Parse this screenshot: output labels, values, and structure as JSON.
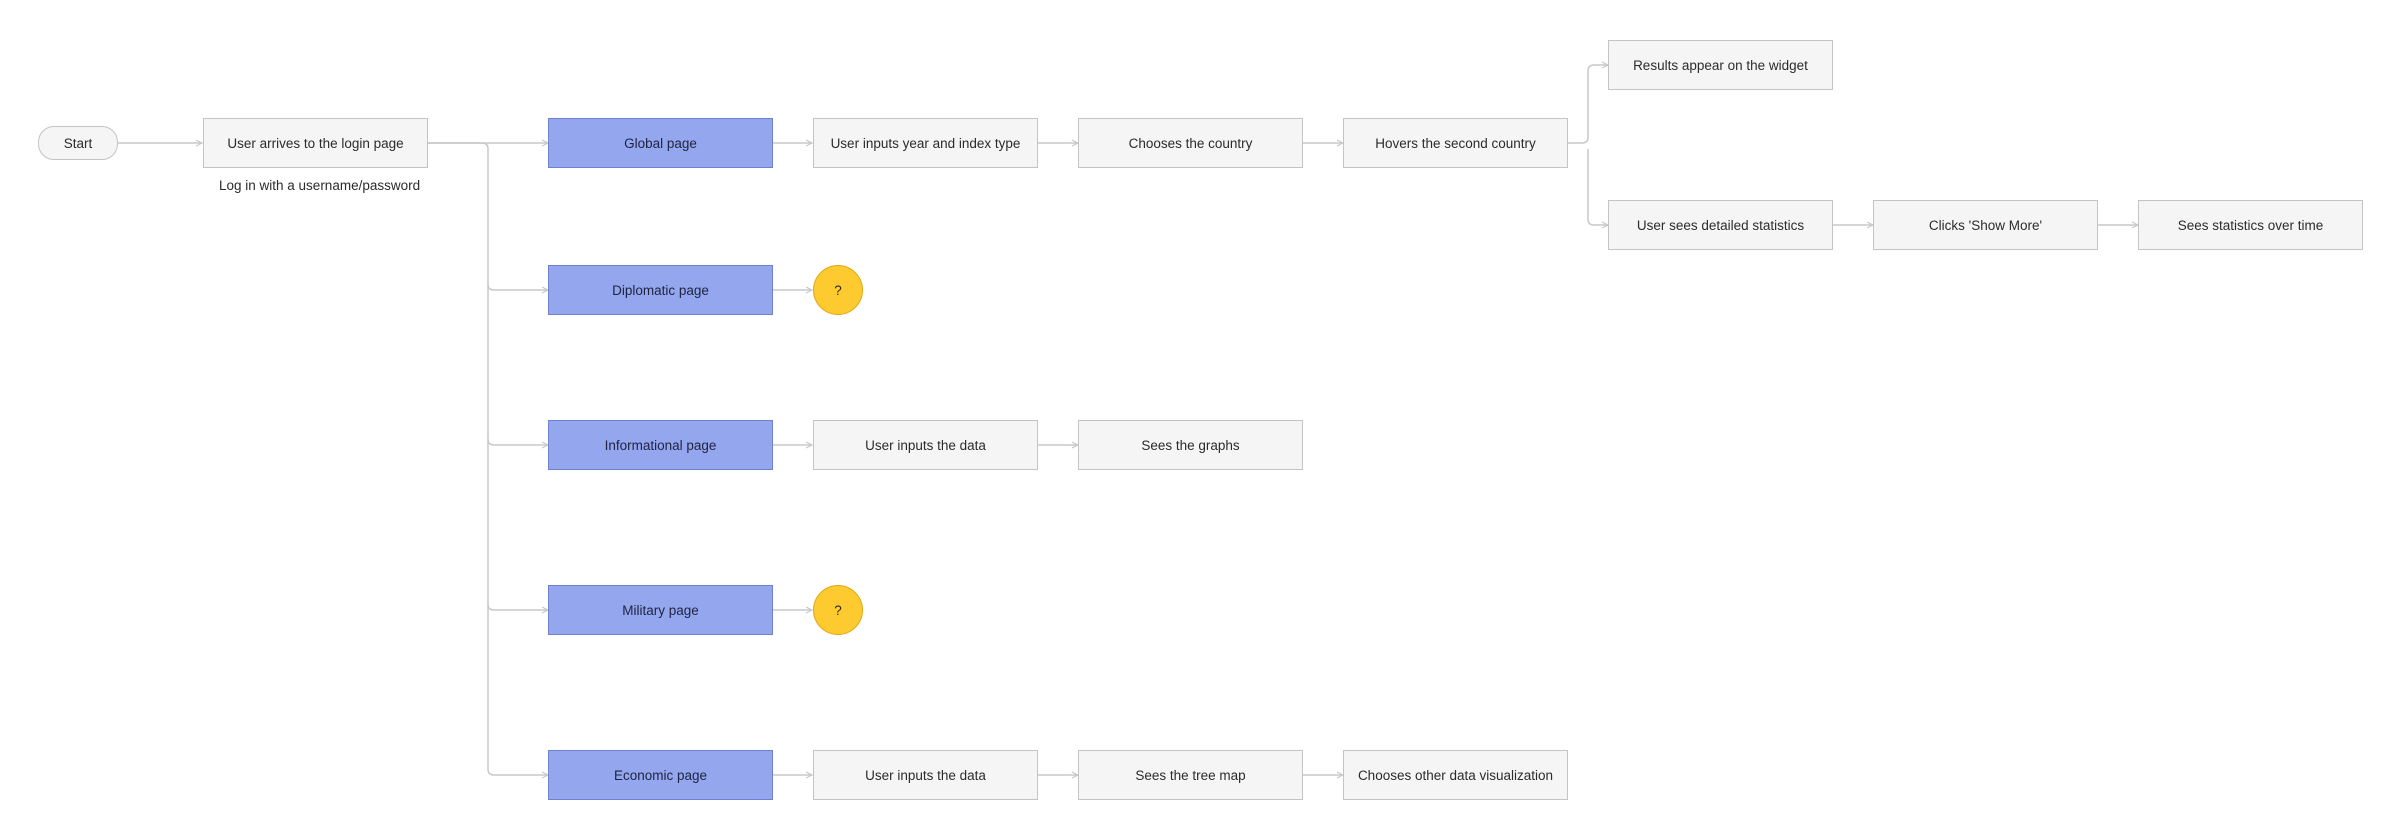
{
  "nodes": {
    "start": "Start",
    "login": "User arrives to the login page",
    "login_caption": "Log in with a username/password",
    "global_page": "Global page",
    "global_inputs": "User inputs year and index type",
    "chooses_country": "Chooses the country",
    "hovers_second": "Hovers the second country",
    "results_widget": "Results appear on the widget",
    "detailed_stats": "User sees detailed statistics",
    "show_more": "Clicks 'Show More'",
    "stats_over_time": "Sees statistics over time",
    "diplomatic_page": "Diplomatic page",
    "diplomatic_unknown": "?",
    "informational_page": "Informational page",
    "info_inputs": "User inputs the data",
    "sees_graphs": "Sees the graphs",
    "military_page": "Military page",
    "military_unknown": "?",
    "economic_page": "Economic page",
    "econ_inputs": "User inputs the data",
    "sees_treemap": "Sees the tree map",
    "other_viz": "Chooses other data visualization"
  },
  "colors": {
    "page_fill": "#94a7ee",
    "page_border": "#6f82cf",
    "box_fill": "#f5f5f5",
    "box_border": "#c4c4c4",
    "unknown_fill": "#fdcb2f",
    "connector": "#c8c8c8"
  }
}
